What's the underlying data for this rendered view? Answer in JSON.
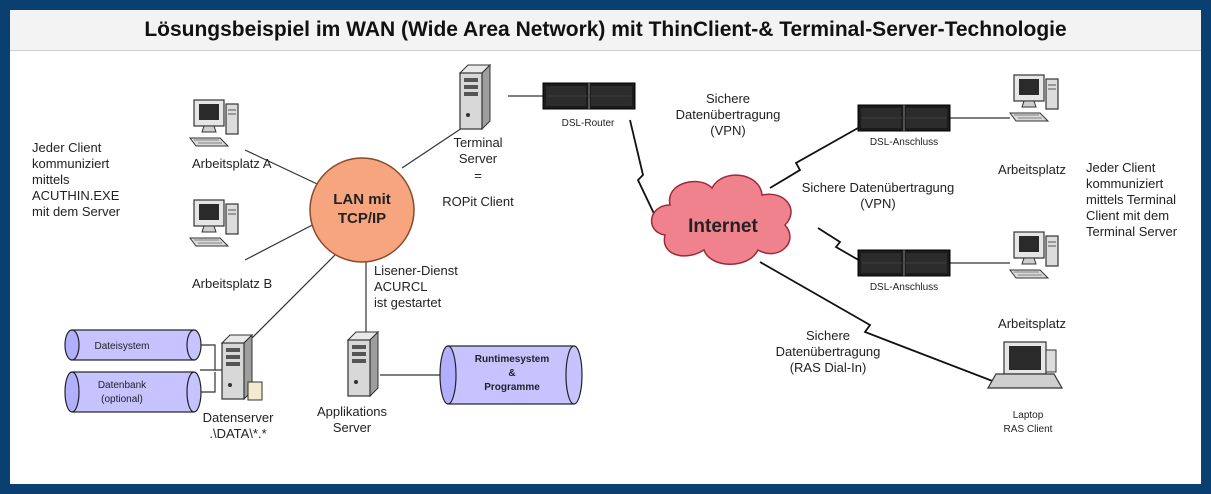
{
  "title": "Lösungsbeispiel im WAN (Wide Area Network) mit ThinClient-& Terminal-Server-Technologie",
  "lan": [
    "LAN mit",
    "TCP/IP"
  ],
  "internet": "Internet",
  "left_note": [
    "Jeder Client",
    "kommuniziert",
    "mittels",
    "ACUTHIN.EXE",
    "mit dem Server"
  ],
  "right_note": [
    "Jeder Client",
    "kommuniziert",
    "mittels Terminal",
    "Client mit dem",
    "Terminal Server"
  ],
  "workstation_a": "Arbeitsplatz A",
  "workstation_b": "Arbeitsplatz B",
  "terminal_server": [
    "Terminal",
    "Server",
    "=",
    "ROPit Client"
  ],
  "dsl_router": "DSL-Router",
  "vpn_top": [
    "Sichere",
    "Datenübertragung",
    "(VPN)"
  ],
  "vpn_middle": [
    "Sichere Datenübertragung",
    "(VPN)"
  ],
  "dsl_anschluss_1": "DSL-Anschluss",
  "dsl_anschluss_2": "DSL-Anschluss",
  "arbeitsplatz_right_1": "Arbeitsplatz",
  "arbeitsplatz_right_2": "Arbeitsplatz",
  "listener": [
    "Lisener-Dienst",
    "ACURCL",
    "ist gestartet"
  ],
  "dateisystem": "Dateisystem",
  "datenbank": [
    "Datenbank",
    "(optional)"
  ],
  "datenserver": [
    "Datenserver",
    ".\\DATA\\*.*"
  ],
  "applikations": [
    "Applikations",
    "Server"
  ],
  "runtime": [
    "Runtimesystem",
    "&",
    "Programme"
  ],
  "ras": [
    "Sichere",
    "Datenübertragung",
    "(RAS Dial-In)"
  ],
  "laptop": [
    "Laptop",
    "RAS Client"
  ],
  "colors": {
    "lan_fill": "#f7a57e",
    "internet_fill": "#f0828d",
    "cylinder_fill": "#c6c3ff",
    "background": "#0a3f72"
  }
}
